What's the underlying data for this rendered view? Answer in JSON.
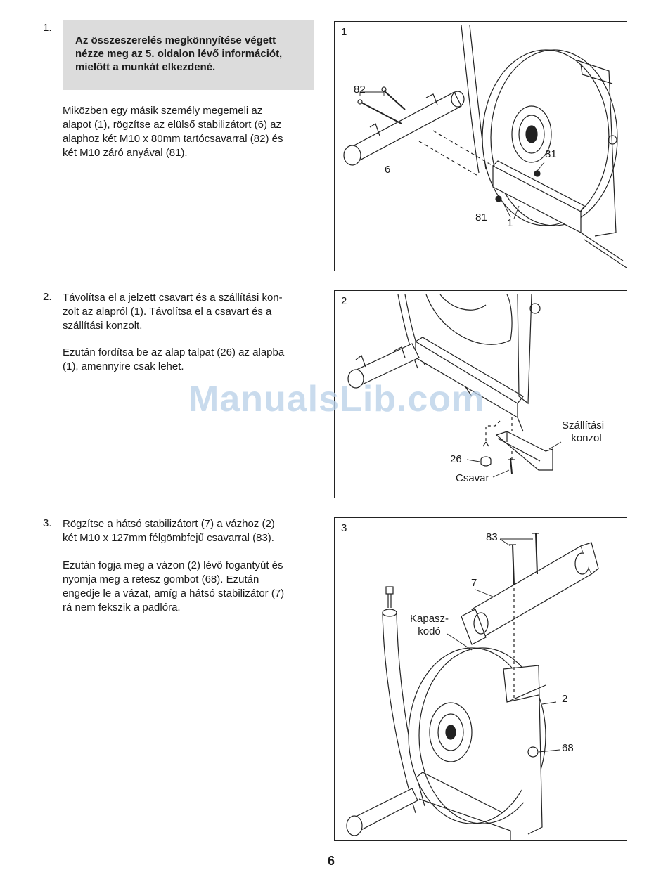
{
  "steps": [
    {
      "number": "1.",
      "note": [
        "Az összeszerelés megkönnyítése végett",
        "nézze meg az 5. oldalon lévő információt,",
        "mielőtt a munkát elkezdené."
      ],
      "paragraphs": [
        [
          "Miközben egy másik személy megemeli az",
          "alapot (1), rögzítse az elülső stabilizátort (6) az",
          "alaphoz két M10 x 80mm tartócsavarral (82) és",
          "két M10 záró anyával (81)."
        ]
      ]
    },
    {
      "number": "2.",
      "paragraphs": [
        [
          "Távolítsa el a jelzett csavart és a szállítási kon-",
          "zolt az alapról (1). Távolítsa el a csavart és a",
          "szállítási konzolt."
        ],
        [
          "Ezután fordítsa be az alap talpat (26) az alapba",
          "(1), amennyire csak lehet."
        ]
      ]
    },
    {
      "number": "3.",
      "paragraphs": [
        [
          "Rögzítse a hátsó stabilizátort (7) a vázhoz (2)",
          "két M10 x 127mm félgömbfejű csavarral (83)."
        ],
        [
          "Ezután fogja meg a vázon (2) lévő fogantyút és",
          "nyomja meg a retesz gombot (68). Ezután",
          "engedje le a vázat, amíg a hátsó stabilizátor (7)",
          "rá nem fekszik a padlóra."
        ]
      ]
    }
  ],
  "figures": [
    {
      "number": "1",
      "labels": {
        "bolt": "82",
        "stabilizer": "6",
        "nut_upper": "81",
        "nut_lower": "81",
        "base": "1"
      }
    },
    {
      "number": "2",
      "labels": {
        "bracket_line1": "Szállítási",
        "bracket_line2": "konzol",
        "foot": "26",
        "screw": "Csavar"
      }
    },
    {
      "number": "3",
      "labels": {
        "bolts": "83",
        "stabilizer": "7",
        "handle_line1": "Kapasz-",
        "handle_line2": "kodó",
        "frame": "2",
        "knob": "68"
      }
    }
  ],
  "watermark": "ManualsLib.com",
  "page_number": "6"
}
